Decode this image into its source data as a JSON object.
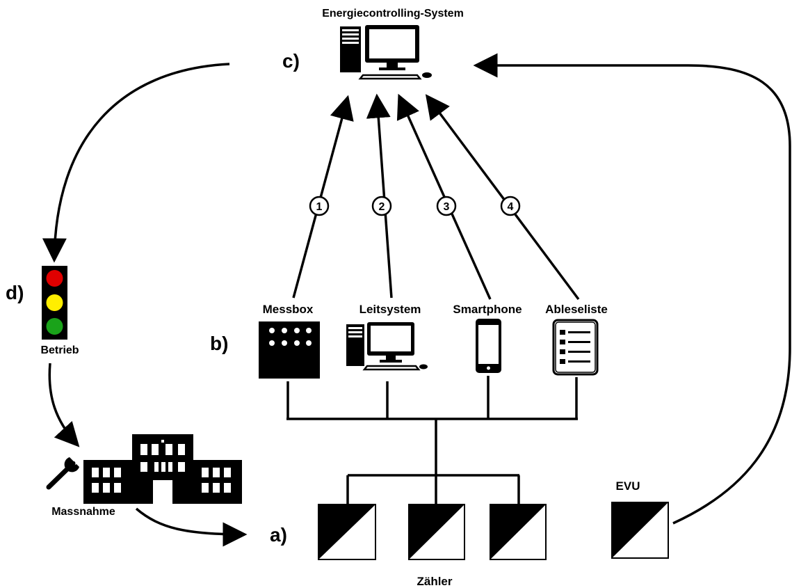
{
  "diagram": {
    "system_title": "Energiecontrolling-System",
    "sections": {
      "a": "a)",
      "b": "b)",
      "c": "c)",
      "d": "d)"
    },
    "sources": [
      {
        "label": "Messbox",
        "number": "1"
      },
      {
        "label": "Leitsystem",
        "number": "2"
      },
      {
        "label": "Smartphone",
        "number": "3"
      },
      {
        "label": "Ableseliste",
        "number": "4"
      }
    ],
    "traffic_light_label": "Betrieb",
    "traffic_light_colors": [
      "#e00000",
      "#ffee00",
      "#1aa31a"
    ],
    "building_label": "Massnahme",
    "evu_label": "EVU",
    "meters_label": "Zähler"
  }
}
